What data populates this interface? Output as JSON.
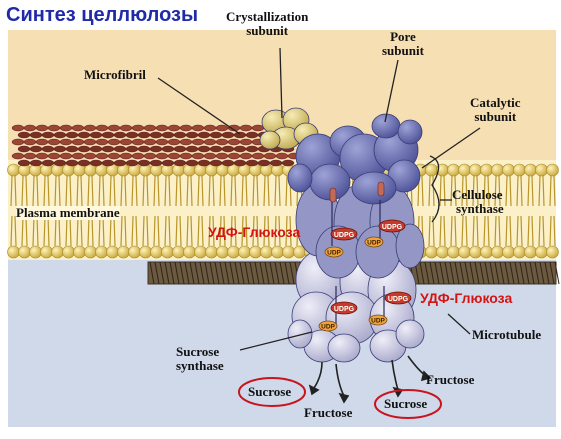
{
  "title": "Синтез целлюлозы",
  "labels": {
    "crystallization_subunit": [
      "Crystallization",
      "subunit"
    ],
    "pore_subunit": [
      "Pore",
      "subunit"
    ],
    "catalytic_subunit": [
      "Catalytic",
      "subunit"
    ],
    "microfibril": "Microfibril",
    "plasma_membrane": "Plasma membrane",
    "cellulose_synthase": [
      "Cellulose",
      "synthase"
    ],
    "microtubule": "Microtubule",
    "sucrose_synthase": [
      "Sucrose",
      "synthase"
    ],
    "sucrose_left": "Sucrose",
    "sucrose_right": "Sucrose",
    "fructose_left": "Fructose",
    "fructose_right": "Fructose",
    "udp_glucose_left": "УДФ-Глюкоза",
    "udp_glucose_right": "УДФ-Глюкоза",
    "udp": "UDP",
    "udpg": "UDPG"
  },
  "colors": {
    "background_top": "#f6dfb3",
    "background_bottom": "#cfd9ea",
    "membrane_heads": "#e4c764",
    "complex_upper": "#5f64a8",
    "complex_lower": "#c3c3dc",
    "microfibril": "#8c3a2d",
    "crystallization": "#d9c77a",
    "highlight_red": "#d41414"
  }
}
